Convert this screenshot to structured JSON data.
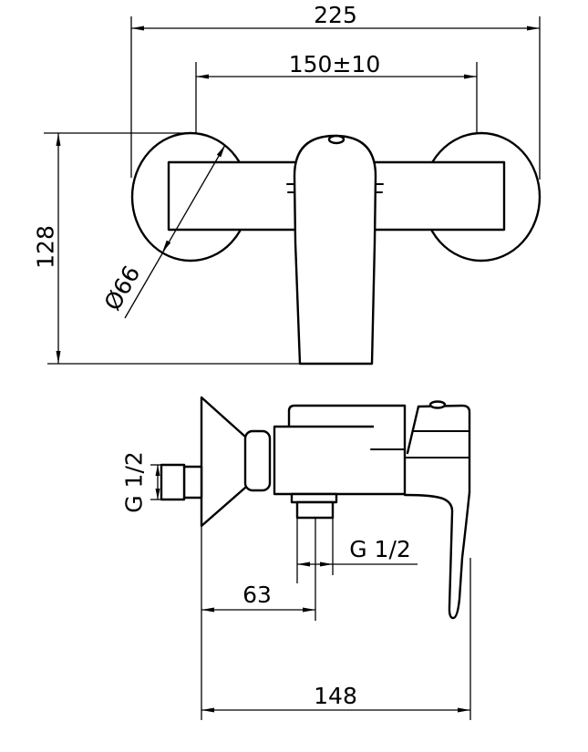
{
  "page": {
    "background": "#ffffff",
    "line_color": "#000000",
    "description": "Technical dimension drawing of a wall-mounted single-lever shower mixer, front view and side view"
  },
  "front_view": {
    "overall_width": "225",
    "mounting_centers": "150±10",
    "overall_height": "128",
    "escutcheon_diameter": "Ø66"
  },
  "side_view": {
    "inlet_thread": "G 1/2",
    "outlet_thread": "G 1/2",
    "wall_to_outlet": "63",
    "overall_depth": "148"
  }
}
